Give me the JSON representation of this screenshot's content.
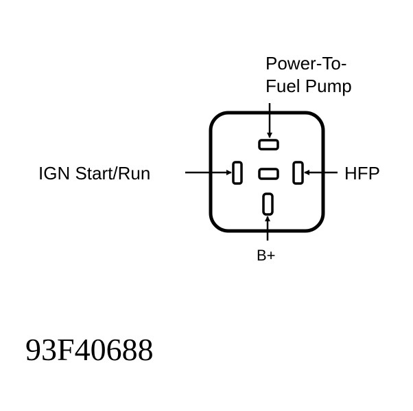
{
  "labels": {
    "top_line1": "Power-To-",
    "top_line2": "Fuel Pump",
    "left": "IGN Start/Run",
    "right": "HFP",
    "bottom": "B+"
  },
  "figure_code": "93F40688",
  "colors": {
    "ink": "#000000",
    "background": "#ffffff"
  }
}
